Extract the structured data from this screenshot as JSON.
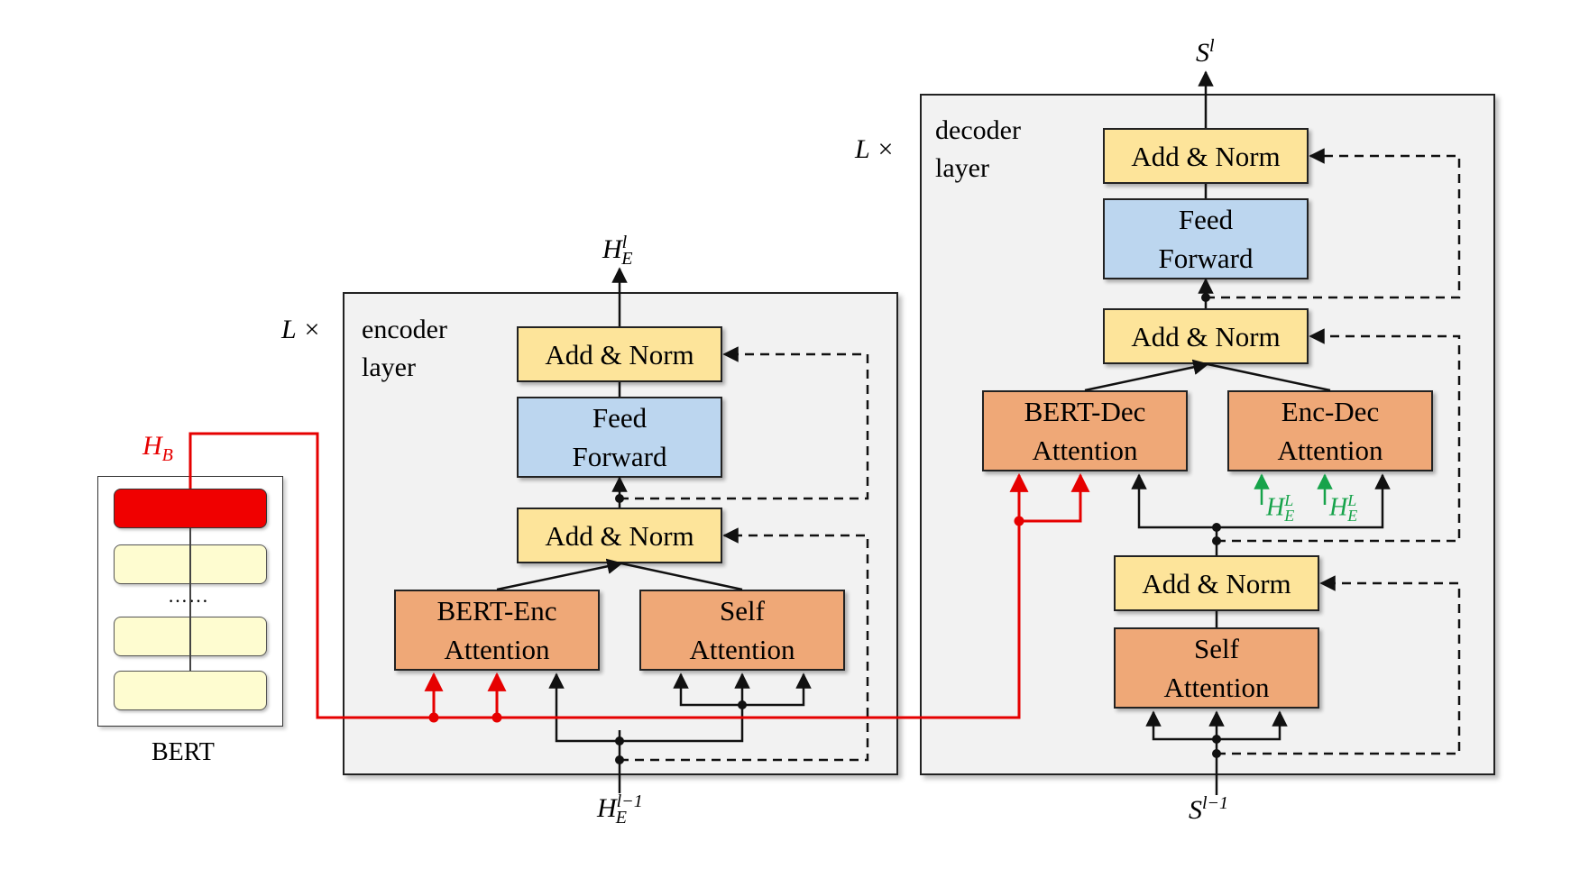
{
  "encoder": {
    "repeat": "L ×",
    "title_line1": "encoder",
    "title_line2": "layer",
    "add_norm_top": "Add & Norm",
    "feed_forward_line1": "Feed",
    "feed_forward_line2": "Forward",
    "add_norm_bottom": "Add & Norm",
    "bert_enc_line1": "BERT-Enc",
    "bert_enc_line2": "Attention",
    "self_att_line1": "Self",
    "self_att_line2": "Attention",
    "output": {
      "base": "H",
      "sub": "E",
      "sup": "l"
    },
    "input": {
      "base": "H",
      "sub": "E",
      "sup": "l−1"
    }
  },
  "decoder": {
    "repeat": "L ×",
    "title_line1": "decoder",
    "title_line2": "layer",
    "add_norm_top": "Add & Norm",
    "feed_forward_line1": "Feed",
    "feed_forward_line2": "Forward",
    "add_norm_mid": "Add & Norm",
    "bert_dec_line1": "BERT-Dec",
    "bert_dec_line2": "Attention",
    "enc_dec_line1": "Enc-Dec",
    "enc_dec_line2": "Attention",
    "add_norm_bottom": "Add & Norm",
    "self_att_line1": "Self",
    "self_att_line2": "Attention",
    "output": {
      "base": "S",
      "sup": "l"
    },
    "input": {
      "base": "S",
      "sup": "l−1"
    },
    "enc_inputs": [
      {
        "base": "H",
        "sub": "E",
        "sup": "L"
      },
      {
        "base": "H",
        "sub": "E",
        "sup": "L"
      }
    ]
  },
  "bert": {
    "label": "BERT",
    "output": {
      "base": "H",
      "sub": "B"
    },
    "dots": "……"
  },
  "colors": {
    "add_norm": "#fde49a",
    "feed_forward": "#bcd6ef",
    "attention": "#efa877",
    "bert_output": "#f00000",
    "bert_layer": "#fefcd0",
    "bert_path": "#e60000",
    "encoder_final_arrow": "#16a34a",
    "panel": "#f2f2f2"
  }
}
